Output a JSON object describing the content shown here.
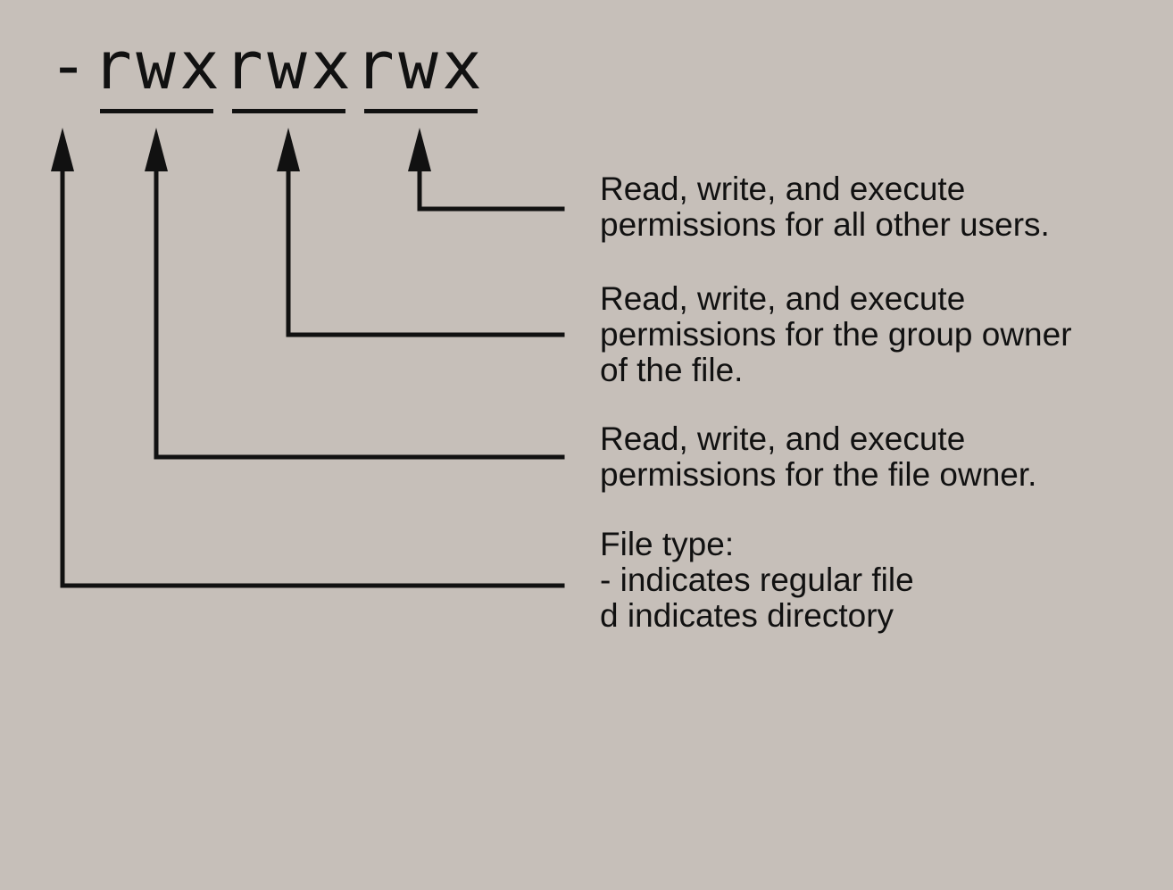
{
  "permission_string": {
    "characters": [
      "-",
      "r",
      "w",
      "x",
      "r",
      "w",
      "x",
      "r",
      "w",
      "x"
    ]
  },
  "descriptions": {
    "others": [
      "Read, write, and execute",
      "permissions for all other users."
    ],
    "group": [
      "Read, write, and execute",
      "permissions for the group owner",
      "of the file."
    ],
    "owner": [
      "Read, write, and execute",
      "permissions for the file owner."
    ],
    "file_type": [
      "File type:",
      "- indicates regular file",
      "d indicates directory"
    ]
  },
  "colors": {
    "background": "#c6bfb9",
    "ink": "#111111"
  }
}
